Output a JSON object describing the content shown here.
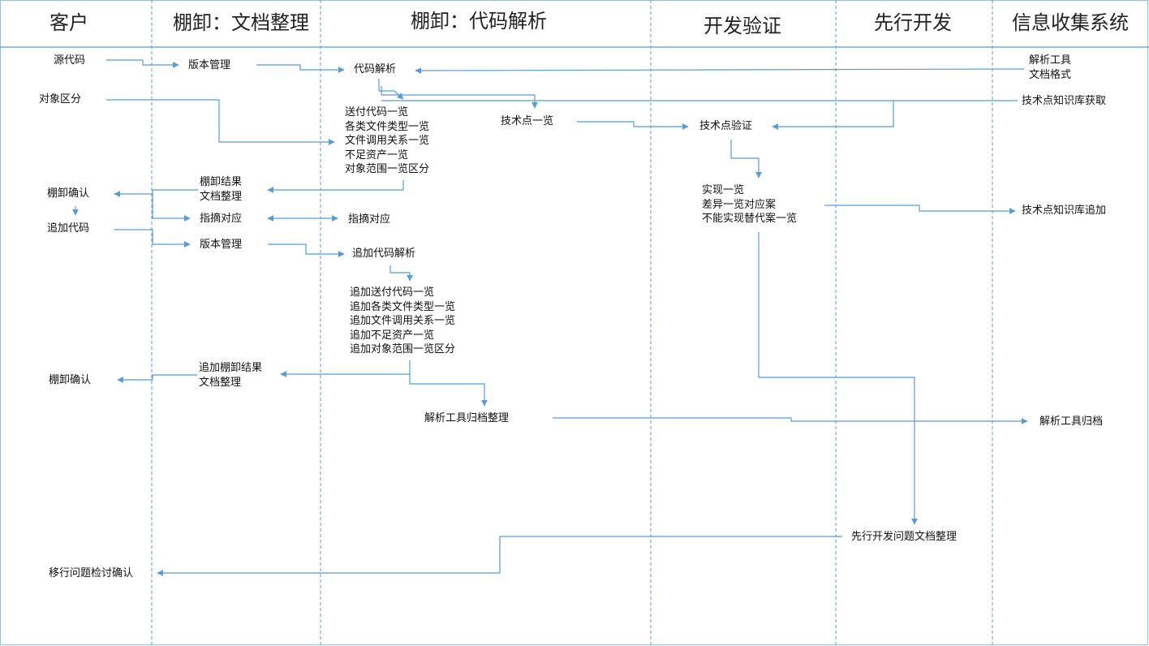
{
  "colors": {
    "line": "#5b9bd5",
    "border": "#9bbcd9",
    "text": "#111111"
  },
  "lanes": [
    {
      "id": "customer",
      "title": "客户"
    },
    {
      "id": "doc",
      "title": "棚卸：文档整理"
    },
    {
      "id": "code",
      "title": "棚卸：代码解析"
    },
    {
      "id": "verify",
      "title": "开发验证"
    },
    {
      "id": "advance",
      "title": "先行开发"
    },
    {
      "id": "info",
      "title": "信息收集系统"
    }
  ],
  "nodes": {
    "source_code": {
      "lines": [
        "源代码"
      ]
    },
    "version_mgmt_1": {
      "lines": [
        "版本管理"
      ]
    },
    "code_parse": {
      "lines": [
        "代码解析"
      ]
    },
    "parse_tool": {
      "lines": [
        "解析工具",
        "文档格式"
      ]
    },
    "object_split": {
      "lines": [
        "对象区分"
      ]
    },
    "tech_kb_get": {
      "lines": [
        "技术点知识库获取"
      ]
    },
    "parse_outputs": {
      "lines": [
        "送付代码一览",
        "各类文件类型一览",
        "文件调用关系一览",
        "不足资产一览",
        "对象范围一览区分"
      ]
    },
    "tech_list": {
      "lines": [
        "技术点一览"
      ]
    },
    "tech_verify": {
      "lines": [
        "技术点验证"
      ]
    },
    "inv_result_1": {
      "lines": [
        "棚卸结果",
        "文档整理"
      ]
    },
    "inv_confirm_1": {
      "lines": [
        "棚卸确认"
      ]
    },
    "realize_list": {
      "lines": [
        "实现一览",
        "差异一览对应案",
        "不能实现替代案一览"
      ]
    },
    "tech_kb_add": {
      "lines": [
        "技术点知识库追加"
      ]
    },
    "point_doc": {
      "lines": [
        "指摘对应"
      ]
    },
    "point_code": {
      "lines": [
        "指摘对应"
      ]
    },
    "add_code": {
      "lines": [
        "追加代码"
      ]
    },
    "version_mgmt_2": {
      "lines": [
        "版本管理"
      ]
    },
    "add_code_parse": {
      "lines": [
        "追加代码解析"
      ]
    },
    "add_parse_outputs": {
      "lines": [
        "追加送付代码一览",
        "追加各类文件类型一览",
        "追加文件调用关系一览",
        "追加不足资产一览",
        "追加对象范围一览区分"
      ]
    },
    "add_inv_result": {
      "lines": [
        "追加棚卸结果",
        "文档整理"
      ]
    },
    "inv_confirm_2": {
      "lines": [
        "棚卸确认"
      ]
    },
    "tool_archive_org": {
      "lines": [
        "解析工具归档整理"
      ]
    },
    "tool_archive": {
      "lines": [
        "解析工具归档"
      ]
    },
    "adv_issue_doc": {
      "lines": [
        "先行开发问题文档整理"
      ]
    },
    "migration_confirm": {
      "lines": [
        "移行问题检讨确认"
      ]
    }
  }
}
